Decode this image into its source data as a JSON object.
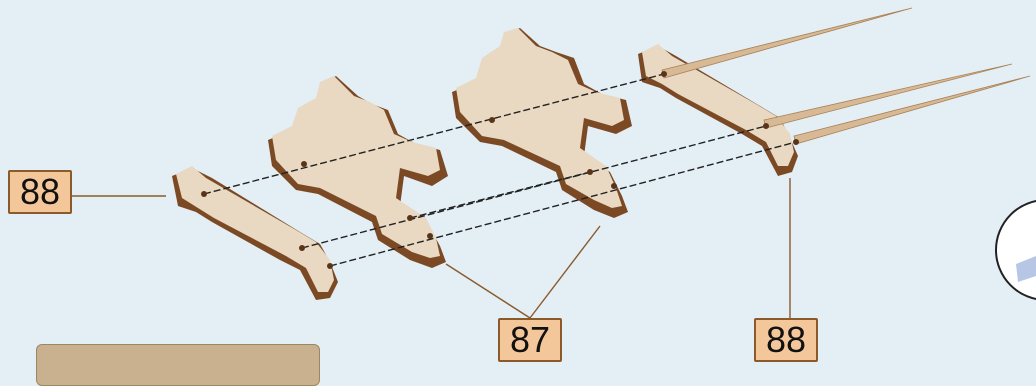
{
  "callouts": {
    "left_part": "88",
    "middle_parts": "87",
    "right_part": "88"
  },
  "colors": {
    "background": "#e3eef5",
    "wood_face": "#e9d9c2",
    "wood_edge": "#7b4a25",
    "skewer": "#d8b995",
    "label_fill": "#f4c79a",
    "label_border": "#8a5a2b",
    "leader_line": "#8a5a2b"
  },
  "icons": [
    "zoom-detail-circle-icon",
    "instruction-panel-thumbnail"
  ]
}
